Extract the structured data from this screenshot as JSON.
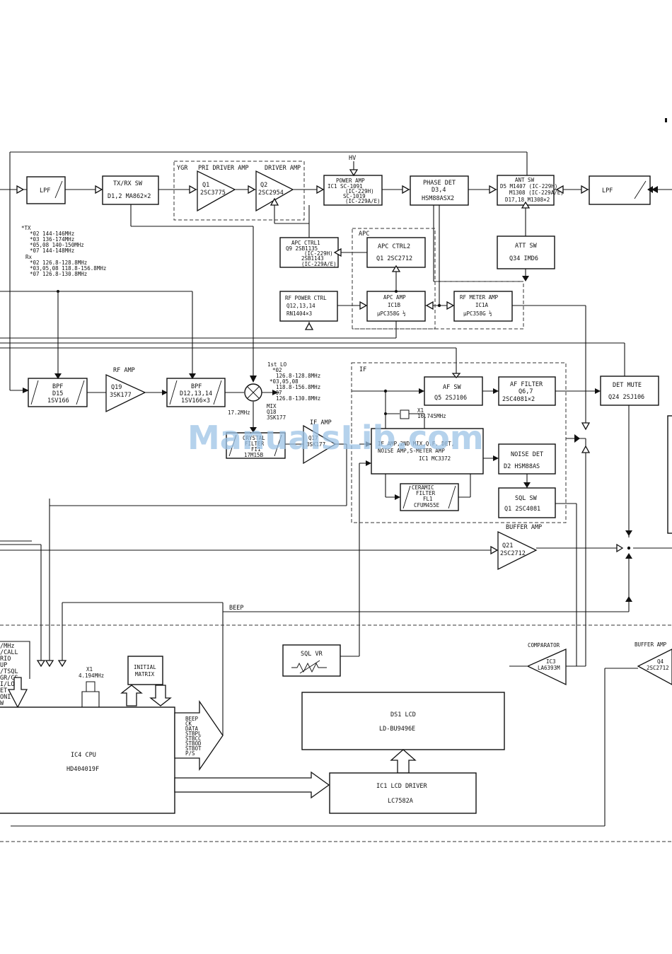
{
  "labels": {
    "lpf_left": "LPF",
    "txrx_sw": "TX/RX SW",
    "txrx_sw_parts": "D1,2 MA862×2",
    "ygr": "YGR",
    "pri_driver_amp": "PRI DRIVER AMP",
    "q1_2sc3775": "2SC3775",
    "q1": "Q1",
    "driver_amp": "DRIVER AMP",
    "q2": "Q2",
    "q2_part": "2SC2954",
    "hv": "HV",
    "power_amp": "POWER AMP",
    "power_amp_l1": "IC1 SC-1091",
    "power_amp_l2": "(IC-229H)",
    "power_amp_l3": "SC-1019",
    "power_amp_l4": "(IC-229A/E)",
    "phase_det": "PHASE DET",
    "phase_det_d": "D3,4",
    "phase_det_part": "HSM88ASX2",
    "ant_sw": "ANT SW",
    "ant_sw_l1": "D5 M1407 (IC-229H)",
    "ant_sw_l2": "M1308 (IC-229A/E)",
    "ant_sw_l3": "D17,18 M1308×2",
    "lpf_right": "LPF",
    "tx_head": "*TX",
    "tx_l1": "*02     144-146MHz",
    "tx_l2": "*03     136-174MHz",
    "tx_l3": "*05,08  140-150MHz",
    "tx_l4": "*07     144-148MHz",
    "rx_head": "Rx",
    "rx_l1": "*02      126.8-128.8MHz",
    "rx_l2": "*03,05,08 118.8-156.8MHz",
    "rx_l3": "*07      126.8-130.8MHz",
    "apc_ctrl1": "APC CTRL1",
    "apc_ctrl1_l1": "Q9  2SB1135",
    "apc_ctrl1_l2": "(IC-229H)",
    "apc_ctrl1_l3": "2SB1143",
    "apc_ctrl1_l4": "(IC-229A/E)",
    "apc": "APC",
    "apc_ctrl2": "APC CTRL2",
    "apc_ctrl2_part": "Q1  2SC2712",
    "att_sw": "ATT SW",
    "att_sw_part": "Q34  IMD6",
    "rf_power_ctrl": "RF POWER CTRL",
    "rf_power_ctrl_l1": "Q12,13,14",
    "rf_power_ctrl_l2": "RN1404×3",
    "apc_amp": "APC AMP",
    "apc_amp_ic": "IC1B",
    "apc_amp_part": "μPC358G ½",
    "rf_meter_amp": "RF METER AMP",
    "rf_meter_ic": "IC1A",
    "rf_meter_part": "μPC358G ½",
    "bpf1": "BPF",
    "bpf1_d": "D15",
    "bpf1_part": "1SV166",
    "rf_amp": "RF AMP",
    "rf_amp_q": "Q19",
    "rf_amp_part": "3SK177",
    "bpf2": "BPF",
    "bpf2_d": "D12,13,14",
    "bpf2_part": "1SV166×3",
    "lo_head": "1st LO",
    "lo_l1": "*02",
    "lo_l2": "126.8-128.8MHz",
    "lo_l3": "*03,05,08",
    "lo_l4": "118.8-156.8MHz",
    "lo_l5": "*07",
    "lo_l6": "126.8-130.8MHz",
    "mix": "MIX",
    "mix_q": "Q18",
    "mix_part": "3SK177",
    "freq_172": "17.2MHz",
    "crystal_filter": "CRYSTAL",
    "crystal_filter2": "FILTER",
    "crystal_fi": "FI1",
    "crystal_part": "17M15B",
    "if_amp": "IF AMP",
    "if_amp_q": "Q17",
    "if_amp_part": "3SK177",
    "if_box": "IF",
    "af_sw": "AF SW",
    "af_sw_part": "Q5  2SJ106",
    "af_filter": "AF FILTER",
    "af_filter_q": "Q6,7",
    "af_filter_part": "2SC4081×2",
    "det_mute": "DET MUTE",
    "det_mute_part": "Q24  2SJ106",
    "x1_if": "X1",
    "x1_if_freq": "16.745MHz",
    "ific_l1": "IF AMP,2ND MIX,Q.F. DET,",
    "ific_l2": "NOISE AMP,S-METER AMP",
    "ific_l3": "IC1 MC3372",
    "noise_det": "NOISE DET",
    "noise_det_part": "D2  HSM88AS",
    "ceramic_filter": "CERAMIC",
    "ceramic_filter2": "FILTER",
    "ceramic_fl": "FL1",
    "ceramic_part": "CFUM455E",
    "sql_sw": "SQL SW",
    "sql_sw_part": "Q1  2SC4081",
    "buffer_amp": "BUFFER AMP",
    "buffer_q21": "Q21",
    "buffer_q21_part": "2SC2712",
    "beep": "BEEP",
    "key_l1": "/MHz",
    "key_l2": "/CALL",
    "key_l3": "RIO",
    "key_l4": "UP",
    "key_l5": "/TSQL",
    "key_l6": "GR/CS",
    "key_l7": "I/LO",
    "key_l8": "ET",
    "key_l9": "ONI",
    "key_l10": "W",
    "x1_cpu": "X1",
    "x1_cpu_freq": "4.194MHz",
    "initial_matrix": "INITIAL",
    "initial_matrix2": "MATRIX",
    "sql_vr": "SQL VR",
    "comparator": "COMPARATOR",
    "comparator_ic": "IC3",
    "comparator_part": "LA6393M",
    "buffer_amp_right": "BUFFER AMP",
    "q4": "Q4",
    "q4_part": "2SC2712",
    "bus_l1": "BEEP",
    "bus_l2": "CK",
    "bus_l3": "DATA",
    "bus_l4": "STBPL",
    "bus_l5": "STBCC",
    "bus_l6": "STBOD",
    "bus_l7": "STBOT",
    "bus_l8": "P/S",
    "cpu": "IC4 CPU",
    "cpu_part": "HD404019F",
    "lcd": "DS1 LCD",
    "lcd_part": "LD-BU9496E",
    "lcd_driver": "IC1 LCD DRIVER",
    "lcd_driver_part": "LC7582A",
    "watermark": "ManualsLib.com"
  }
}
